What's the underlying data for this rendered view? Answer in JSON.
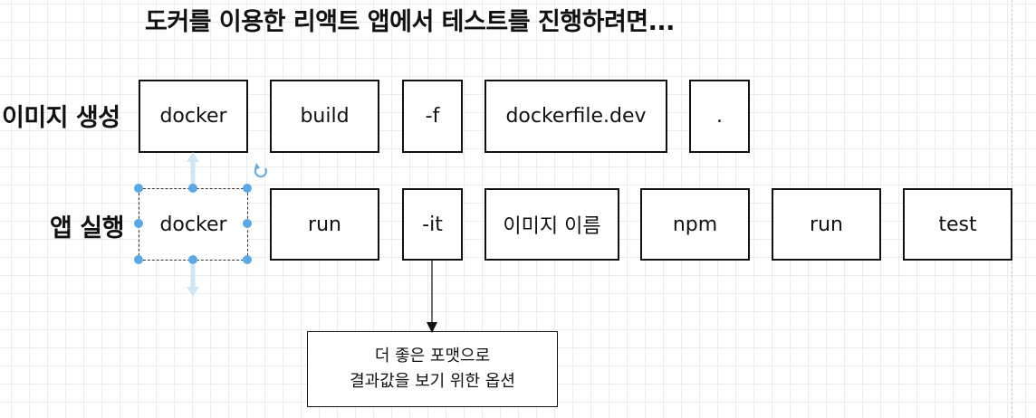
{
  "title": "도커를 이용한 리액트 앱에서 테스트를 진행하려면...",
  "rows": [
    {
      "label": "이미지 생성",
      "boxes": [
        "docker",
        "build",
        "-f",
        "dockerfile.dev",
        "."
      ]
    },
    {
      "label": "앱 실행",
      "boxes": [
        "docker",
        "run",
        "-it",
        "이미지 이름",
        "npm",
        "run",
        "test"
      ]
    }
  ],
  "note": {
    "line1": "더 좋은 포맷으로",
    "line2": "결과값을 보기 위한 옵션"
  },
  "colors": {
    "selection": "#5aa9e6",
    "guide": "#b9dcf5",
    "grid": "#ececec"
  },
  "icons": [
    "rotate-handle-icon",
    "arrow-up-icon",
    "arrow-down-icon"
  ]
}
